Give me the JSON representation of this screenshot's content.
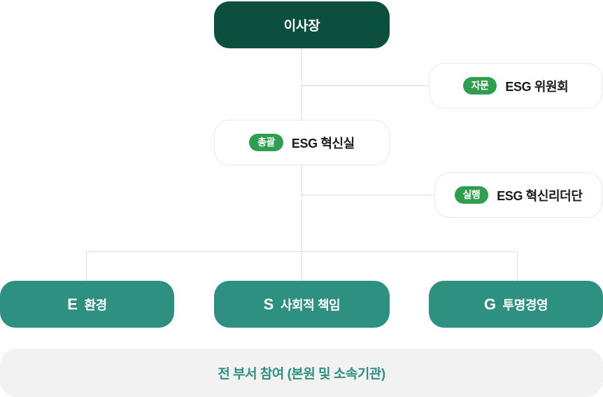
{
  "diagram": {
    "title_node": {
      "label": "이사장"
    },
    "branches": [
      {
        "tag": "자문",
        "label": "ESG 위원회"
      },
      {
        "tag": "총괄",
        "label": "ESG 혁신실"
      },
      {
        "tag": "실행",
        "label": "ESG 혁신리더단"
      }
    ],
    "esg_nodes": [
      {
        "letter": "E",
        "label": "환경"
      },
      {
        "letter": "S",
        "label": "사회적 책임"
      },
      {
        "letter": "G",
        "label": "투명경영"
      }
    ],
    "footer": {
      "label": "전 부서 참여 (본원 및 소속기관)"
    },
    "colors": {
      "top_box": "#0c4f3f",
      "tag": "#2f9e4f",
      "esg_box": "#2e9080",
      "footer_bg": "#f2f2f2",
      "footer_text": "#2e9080",
      "line": "#dcdcdc"
    }
  }
}
